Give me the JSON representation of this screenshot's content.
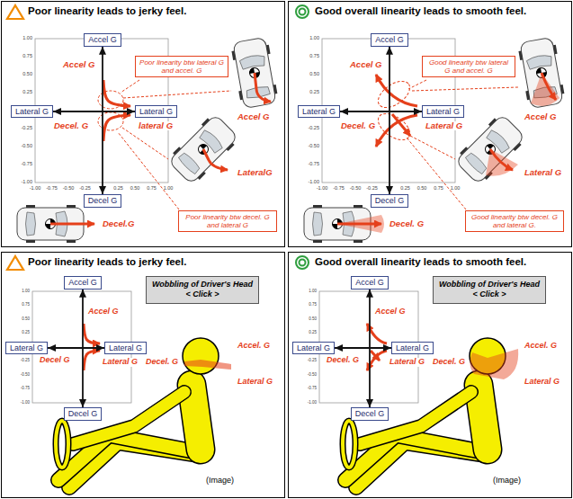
{
  "diagram": {
    "nodes": [
      {
        "text": [
          "Poor linearity leads to jerky feel."
        ]
      },
      {
        "text": [
          "Accel G"
        ],
        "in": 0
      },
      {
        "text": [
          "Lateral G"
        ],
        "in": 0
      },
      {
        "text": [
          "Lateral G"
        ],
        "in": 0
      },
      {
        "text": [
          "Decel G"
        ],
        "in": 0
      },
      {
        "text": [
          "Poor linearity btw lateral G and accel. G"
        ],
        "in": 0
      },
      {
        "text": [
          "Poor linearity btw decel. G and lateral G"
        ],
        "in": 0
      },
      {
        "text": [
          "Good overall linearity leads to smooth feel."
        ]
      },
      {
        "text": [
          "Accel G"
        ],
        "in": 7
      },
      {
        "text": [
          "Lateral G"
        ],
        "in": 7
      },
      {
        "text": [
          "Lateral G"
        ],
        "in": 7
      },
      {
        "text": [
          "Decel G"
        ],
        "in": 7
      },
      {
        "text": [
          "Good linearity btw lateral G and accel. G"
        ],
        "in": 7
      },
      {
        "text": [
          "Good linearity btw decel. G and lateral G."
        ],
        "in": 7
      },
      {
        "text": [
          "Poor linearity leads to jerky feel."
        ]
      },
      {
        "text": [
          "Accel G"
        ],
        "in": 14
      },
      {
        "text": [
          "Lateral G"
        ],
        "in": 14
      },
      {
        "text": [
          "Lateral G"
        ],
        "in": 14
      },
      {
        "text": [
          "Decel G"
        ],
        "in": 14
      },
      {
        "text": [
          "Wobbling of Driver's Head",
          "< Click >"
        ],
        "in": 14
      },
      {
        "text": [
          "Good overall linearity leads to smooth feel."
        ]
      },
      {
        "text": [
          "Accel G"
        ],
        "in": 20
      },
      {
        "text": [
          "Lateral G"
        ],
        "in": 20
      },
      {
        "text": [
          "Lateral G"
        ],
        "in": 20
      },
      {
        "text": [
          "Decel G"
        ],
        "in": 20
      },
      {
        "text": [
          "Wobbling of Driver's Head",
          "< Click >"
        ],
        "in": 20
      }
    ],
    "edges": [
      {
        "from": 1,
        "to": 4,
        "arrow": "both"
      },
      {
        "from": 2,
        "to": 3,
        "arrow": "both"
      },
      {
        "from": 8,
        "to": 11,
        "arrow": "both"
      },
      {
        "from": 9,
        "to": 10,
        "arrow": "both"
      },
      {
        "from": 15,
        "to": 18,
        "arrow": "both"
      },
      {
        "from": 16,
        "to": 17,
        "arrow": "both"
      },
      {
        "from": 21,
        "to": 24,
        "arrow": "both"
      },
      {
        "from": 22,
        "to": 23,
        "arrow": "both"
      }
    ],
    "labels": [
      "1.00",
      "0.75",
      "0.50",
      "0.25",
      "-0.25",
      "-0.50",
      "-0.75",
      "-1.00",
      "-1.00",
      "-0.75",
      "-0.50",
      "-0.25",
      "0.25",
      "0.50",
      "0.75",
      "1.00",
      "Accel G",
      "Decel. G",
      "lateral G",
      "Accel G",
      "LateralG",
      "Decel.G",
      "1.00",
      "0.75",
      "0.50",
      "0.25",
      "-0.25",
      "-0.50",
      "-0.75",
      "-1.00",
      "-1.00",
      "-0.75",
      "-0.50",
      "-0.25",
      "0.25",
      "0.50",
      "0.75",
      "1.00",
      "Accel G",
      "Decel. G",
      "Lateral G",
      "Accel G",
      "Lateral G",
      "Decel. G",
      "1.00",
      "0.75",
      "0.50",
      "0.25",
      "-0.25",
      "-0.50",
      "-0.75",
      "-1.00",
      "Accel G",
      "Decel G",
      "Lateral G",
      "Accel. G",
      "Decel. G",
      "Lateral G",
      "(Image)",
      "1.00",
      "0.75",
      "0.50",
      "0.25",
      "-0.25",
      "-0.50",
      "-0.75",
      "-1.00",
      "Accel G",
      "Decel. G",
      "Lateral G",
      "Accel. G",
      "Decel. G",
      "Lateral G",
      "(Image)"
    ]
  }
}
